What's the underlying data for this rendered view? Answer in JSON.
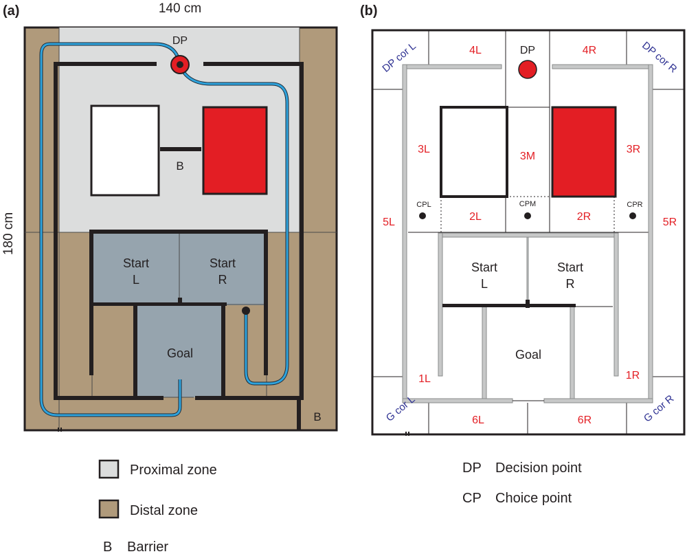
{
  "panel_a": {
    "label": "(a)",
    "width_label": "140 cm",
    "height_label": "180 cm",
    "dp_label": "DP",
    "barrier_label": "B",
    "barrier_label_corner": "B",
    "start_l": [
      "Start",
      "L"
    ],
    "start_r": [
      "Start",
      "R"
    ],
    "goal": "Goal",
    "colors": {
      "proximal": "#dcdddd",
      "distal": "#b09a7b",
      "chamber": "#96a4ae",
      "red": "#e31e24",
      "wall": "#231f20",
      "path": "#1b8fcf"
    }
  },
  "panel_b": {
    "label": "(b)",
    "dp_label": "DP",
    "zones": {
      "z4l": "4L",
      "z4r": "4R",
      "z3l": "3L",
      "z3m": "3M",
      "z3r": "3R",
      "z2l": "2L",
      "z2r": "2R",
      "z5l": "5L",
      "z5r": "5R",
      "z1l": "1L",
      "z1r": "1R",
      "z6l": "6L",
      "z6r": "6R"
    },
    "corners": {
      "dp_cor_l": "DP cor L",
      "dp_cor_r": "DP cor R",
      "g_cor_l": "G cor L",
      "g_cor_r": "G cor R"
    },
    "choice_points": {
      "cpl": "CPL",
      "cpm": "CPM",
      "cpr": "CPR"
    },
    "start_l": [
      "Start",
      "L"
    ],
    "start_r": [
      "Start",
      "R"
    ],
    "goal": "Goal",
    "colors": {
      "zone_text": "#e31e24",
      "corner_text": "#2e3192",
      "wall": "#c7c8c8"
    }
  },
  "legend": {
    "proximal": "Proximal zone",
    "distal": "Distal zone",
    "barrier_key": "B",
    "barrier": "Barrier",
    "dp_key": "DP",
    "dp": "Decision point",
    "cp_key": "CP",
    "cp": "Choice point"
  }
}
